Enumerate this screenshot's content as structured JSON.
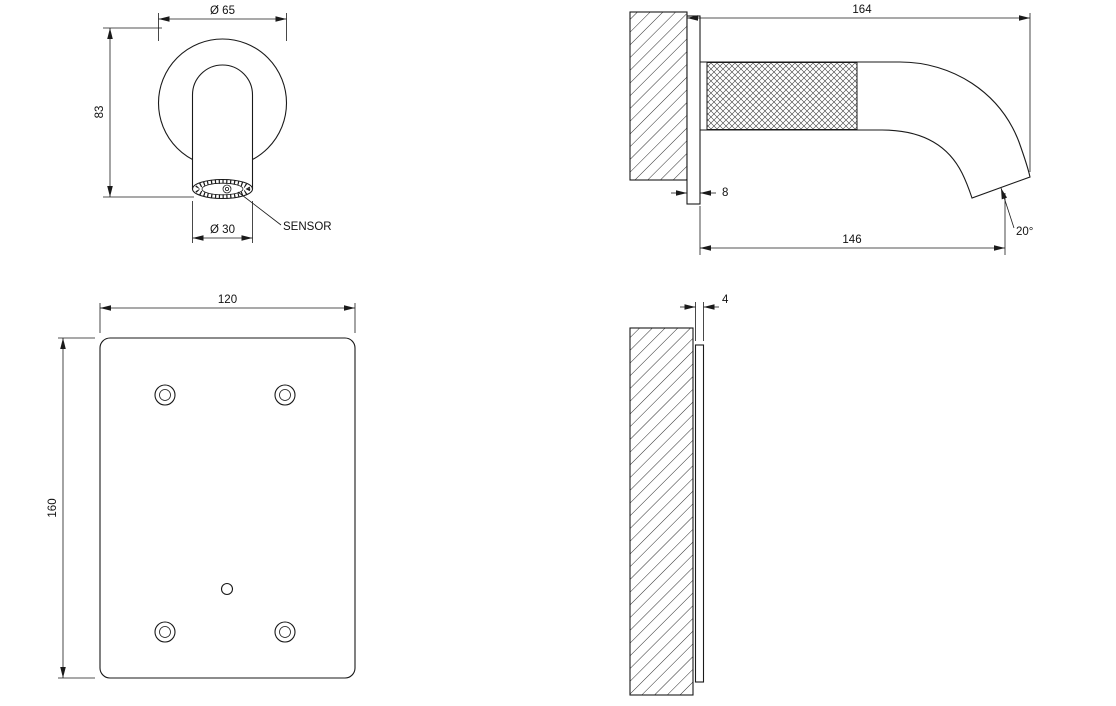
{
  "drawing": {
    "background": "#ffffff",
    "line_color": "#1a1a1a",
    "views": {
      "spout_front": {
        "dim_flange_diameter": "Ø 65",
        "dim_height": "83",
        "dim_outlet_diameter": "Ø 30",
        "sensor_label": "SENSOR"
      },
      "spout_side": {
        "dim_total_depth": "164",
        "dim_plate_thickness": "8",
        "dim_spout_projection": "146",
        "dim_outlet_angle": "20°"
      },
      "backplate_front": {
        "dim_width": "120",
        "dim_height": "160"
      },
      "backplate_side": {
        "dim_plate_thickness": "4"
      }
    }
  }
}
